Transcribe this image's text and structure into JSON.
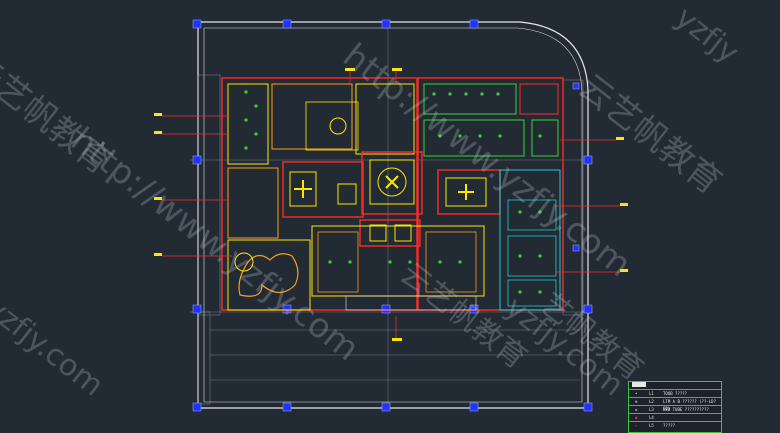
{
  "watermarks": {
    "url_1": "http://www.yzfjy.com",
    "url_2": "http://www.yzfjy.com",
    "url_3": "yzfjy.com",
    "brand_1": "云艺帆教育",
    "brand_2": "云艺帆教育",
    "brand_3": "云艺帆教育",
    "brand_4": "艺帆教育",
    "edge_left": "yzfjy.com",
    "edge_right": "yzfjy"
  },
  "legend": {
    "rows": [
      {
        "code": "L1",
        "desc": "TOOB ?????"
      },
      {
        "code": "L2",
        "desc": "LTM A B ?????? (??-LD?00)"
      },
      {
        "code": "L3",
        "desc": "LED TUBE ??????????"
      },
      {
        "code": "L4",
        "desc": ""
      },
      {
        "code": "L5",
        "desc": "?????"
      }
    ]
  },
  "colors": {
    "background": "#222a33",
    "wall": "#e6e6e6",
    "red": "#ff2a2a",
    "yellow": "#ffe600",
    "green": "#35d435",
    "cyan": "#1ecbd6",
    "column": "#2233ff",
    "orange": "#ff9a1e"
  }
}
